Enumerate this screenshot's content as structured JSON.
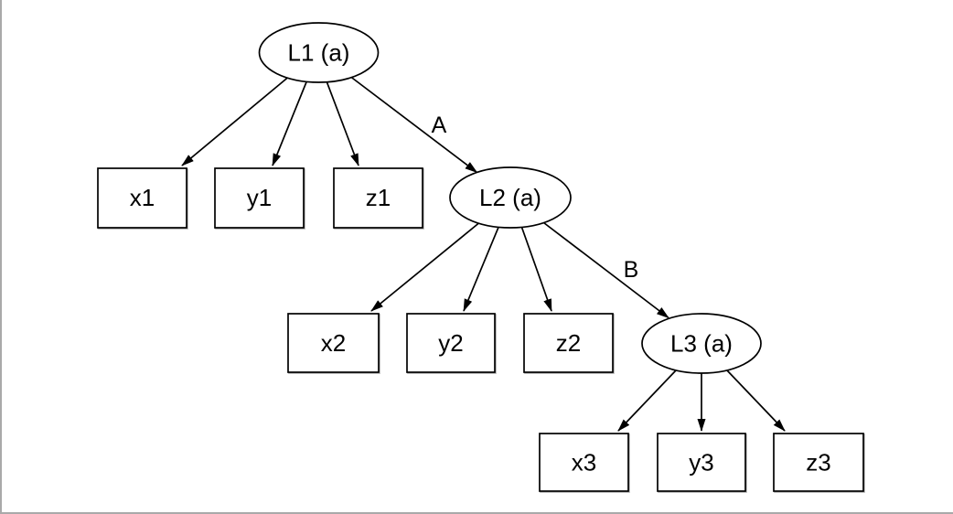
{
  "diagram": {
    "nodes": {
      "L1": {
        "label": "L1 (a)",
        "type": "latent"
      },
      "L2": {
        "label": "L2 (a)",
        "type": "latent"
      },
      "L3": {
        "label": "L3 (a)",
        "type": "latent"
      },
      "x1": {
        "label": "x1",
        "type": "observed"
      },
      "y1": {
        "label": "y1",
        "type": "observed"
      },
      "z1": {
        "label": "z1",
        "type": "observed"
      },
      "x2": {
        "label": "x2",
        "type": "observed"
      },
      "y2": {
        "label": "y2",
        "type": "observed"
      },
      "z2": {
        "label": "z2",
        "type": "observed"
      },
      "x3": {
        "label": "x3",
        "type": "observed"
      },
      "y3": {
        "label": "y3",
        "type": "observed"
      },
      "z3": {
        "label": "z3",
        "type": "observed"
      }
    },
    "edges": [
      {
        "from": "L1",
        "to": "x1",
        "label": ""
      },
      {
        "from": "L1",
        "to": "y1",
        "label": ""
      },
      {
        "from": "L1",
        "to": "z1",
        "label": ""
      },
      {
        "from": "L1",
        "to": "L2",
        "label": "A"
      },
      {
        "from": "L2",
        "to": "x2",
        "label": ""
      },
      {
        "from": "L2",
        "to": "y2",
        "label": ""
      },
      {
        "from": "L2",
        "to": "z2",
        "label": ""
      },
      {
        "from": "L2",
        "to": "L3",
        "label": "B"
      },
      {
        "from": "L3",
        "to": "x3",
        "label": ""
      },
      {
        "from": "L3",
        "to": "y3",
        "label": ""
      },
      {
        "from": "L3",
        "to": "z3",
        "label": ""
      }
    ],
    "edge_labels": {
      "A": "A",
      "B": "B"
    }
  },
  "colors": {
    "node_stroke": "#000000",
    "node_fill": "#ffffff",
    "edge_color": "#000000",
    "background": "#ffffff",
    "frame_border": "#a9a9a9",
    "box_shadow": "#b5b5b5"
  }
}
